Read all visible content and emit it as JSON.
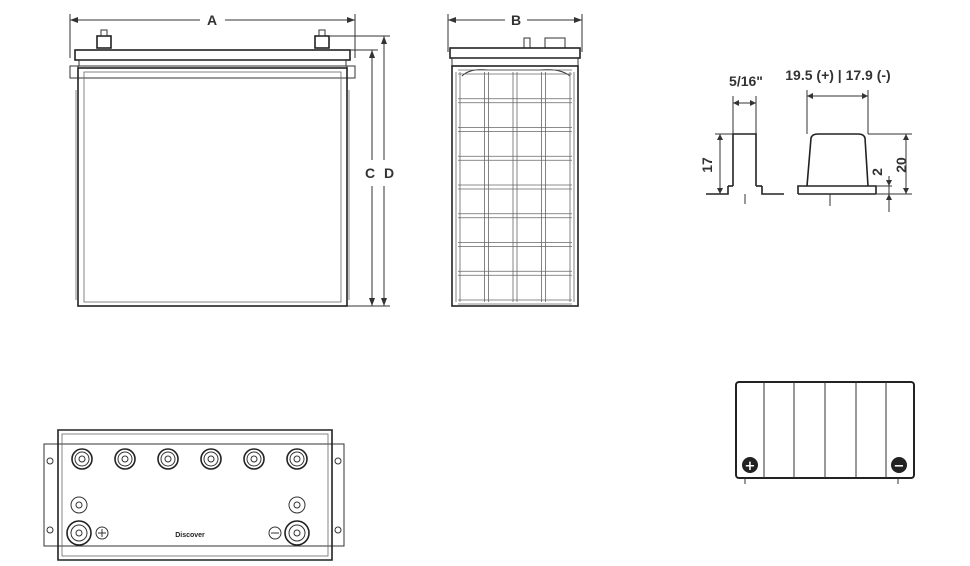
{
  "dimensions": {
    "a_label": "A",
    "b_label": "B",
    "c_label": "C",
    "d_label": "D"
  },
  "terminal": {
    "width_label": "5/16\"",
    "height_label": "17",
    "post_width_label": "19.5 (+) | 17.9 (-)",
    "post_height_label": "20",
    "base_label": "2"
  },
  "top_view": {
    "brand_label": "Discover"
  },
  "layout_diagram": {
    "positive_symbol": "+",
    "negative_symbol": "−"
  }
}
